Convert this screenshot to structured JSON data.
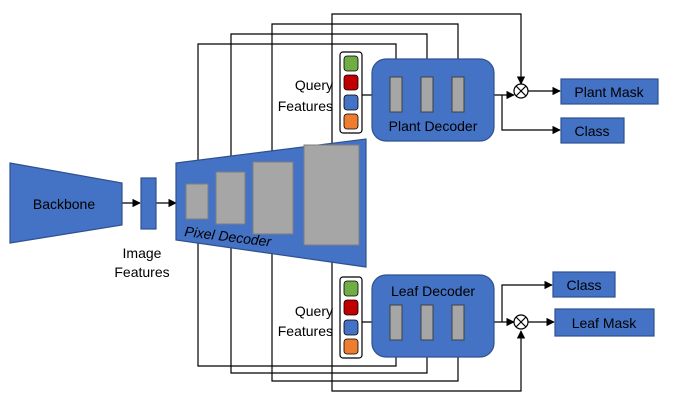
{
  "backbone": {
    "label": "Backbone"
  },
  "image_features": {
    "line1": "Image",
    "line2": "Features"
  },
  "pixel_decoder": {
    "label": "Pixel Decoder"
  },
  "plant_branch": {
    "query_line1": "Query",
    "query_line2": "Features",
    "decoder_label": "Plant Decoder",
    "mask_label": "Plant Mask",
    "class_label": "Class"
  },
  "leaf_branch": {
    "query_line1": "Query",
    "query_line2": "Features",
    "decoder_label": "Leaf Decoder",
    "mask_label": "Leaf Mask",
    "class_label": "Class"
  },
  "query_colors": [
    "#70ad47",
    "#c00000",
    "#4472c4",
    "#ed7d31"
  ],
  "colors": {
    "block_blue": "#4472c4",
    "block_border": "#2f528f",
    "feature_gray": "#a6a6a6",
    "line": "#000000"
  },
  "icons": {
    "combine": "circle-times-icon"
  }
}
